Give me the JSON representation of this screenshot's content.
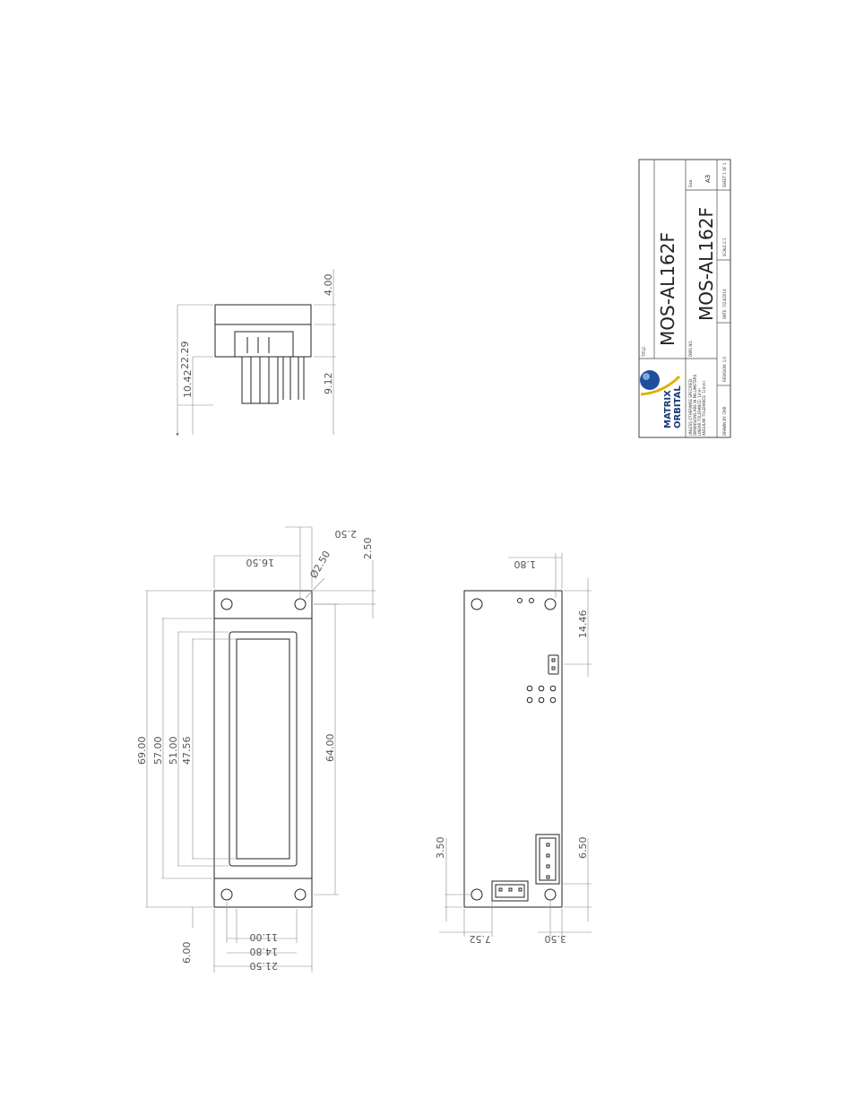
{
  "title_block": {
    "title_label": "TITLE:",
    "title": "MOS-AL162F",
    "dwg_label": "DWG NO.",
    "dwg_no": "MOS-AL162F",
    "size_label": "Size:",
    "size": "A3",
    "logo_line1": "MATRIX",
    "logo_line2": "ORBITAL",
    "notes": [
      "UNLESS OTHERWISE SPECIFIED:",
      "DIMENSIONS ARE IN MILLIMETERS",
      "LINEAR TOLERANCE: 1mm",
      "ANGULAR TOLERANCE: 1(mm)"
    ],
    "drawn_by": "DRAWN BY: CMR",
    "revision": "REVISION: 1.0",
    "date": "DATE: 7/24/2014",
    "scale": "SCALE:2:1",
    "sheet": "SHEET 1 OF 1"
  },
  "side_view": {
    "dims": [
      "22.29",
      "10.42",
      "4.00",
      "9.12"
    ]
  },
  "front_view": {
    "dims": [
      "69.00",
      "57.00",
      "51.00",
      "47.56",
      "64.00",
      "16.50",
      "2.50",
      "2.50",
      "Ø2.50",
      "6.00",
      "11.00",
      "14.80",
      "21.50"
    ]
  },
  "back_view": {
    "dims": [
      "1.80",
      "14.46",
      "3.50",
      "6.50",
      "7.52",
      "3.50"
    ]
  }
}
